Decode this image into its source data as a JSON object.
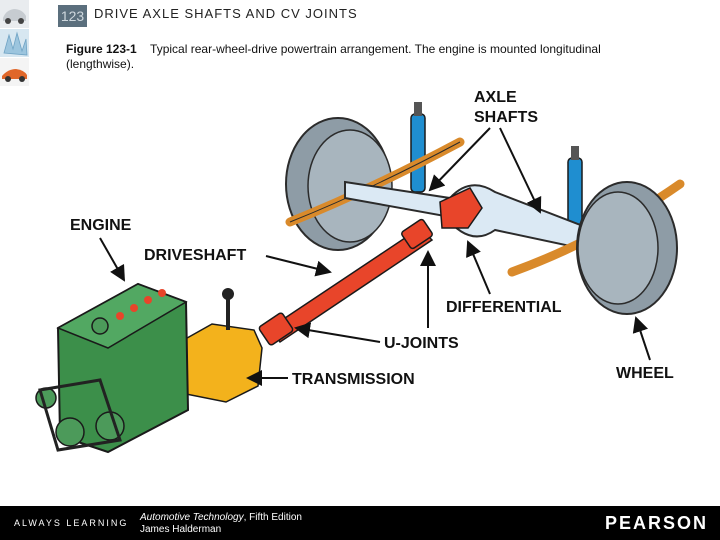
{
  "header": {
    "chapter_number": "123",
    "chapter_title": "DRIVE AXLE SHAFTS AND CV JOINTS"
  },
  "caption": {
    "figure_label": "Figure 123-1",
    "text": "Typical rear-wheel-drive powertrain arrangement. The engine is mounted longitudinal (lengthwise)."
  },
  "diagram": {
    "labels": {
      "axle_shafts_line1": "AXLE",
      "axle_shafts_line2": "SHAFTS",
      "engine": "ENGINE",
      "driveshaft": "DRIVESHAFT",
      "differential": "DIFFERENTIAL",
      "u_joints": "U-JOINTS",
      "transmission": "TRANSMISSION",
      "wheel": "WHEEL"
    },
    "colors": {
      "engine": "#3c8f4a",
      "driveshaft": "#e8452a",
      "transmission": "#f3b21c",
      "axle": "#dbe9f4",
      "spring": "#d98a2b",
      "shock": "#1f8ed0",
      "wheel": "#9aa8b2"
    }
  },
  "footer": {
    "brand_tagline": "ALWAYS LEARNING",
    "book_title": "Automotive Technology",
    "book_edition": ", Fifth Edition",
    "book_author": "James Halderman",
    "publisher": "PEARSON"
  }
}
